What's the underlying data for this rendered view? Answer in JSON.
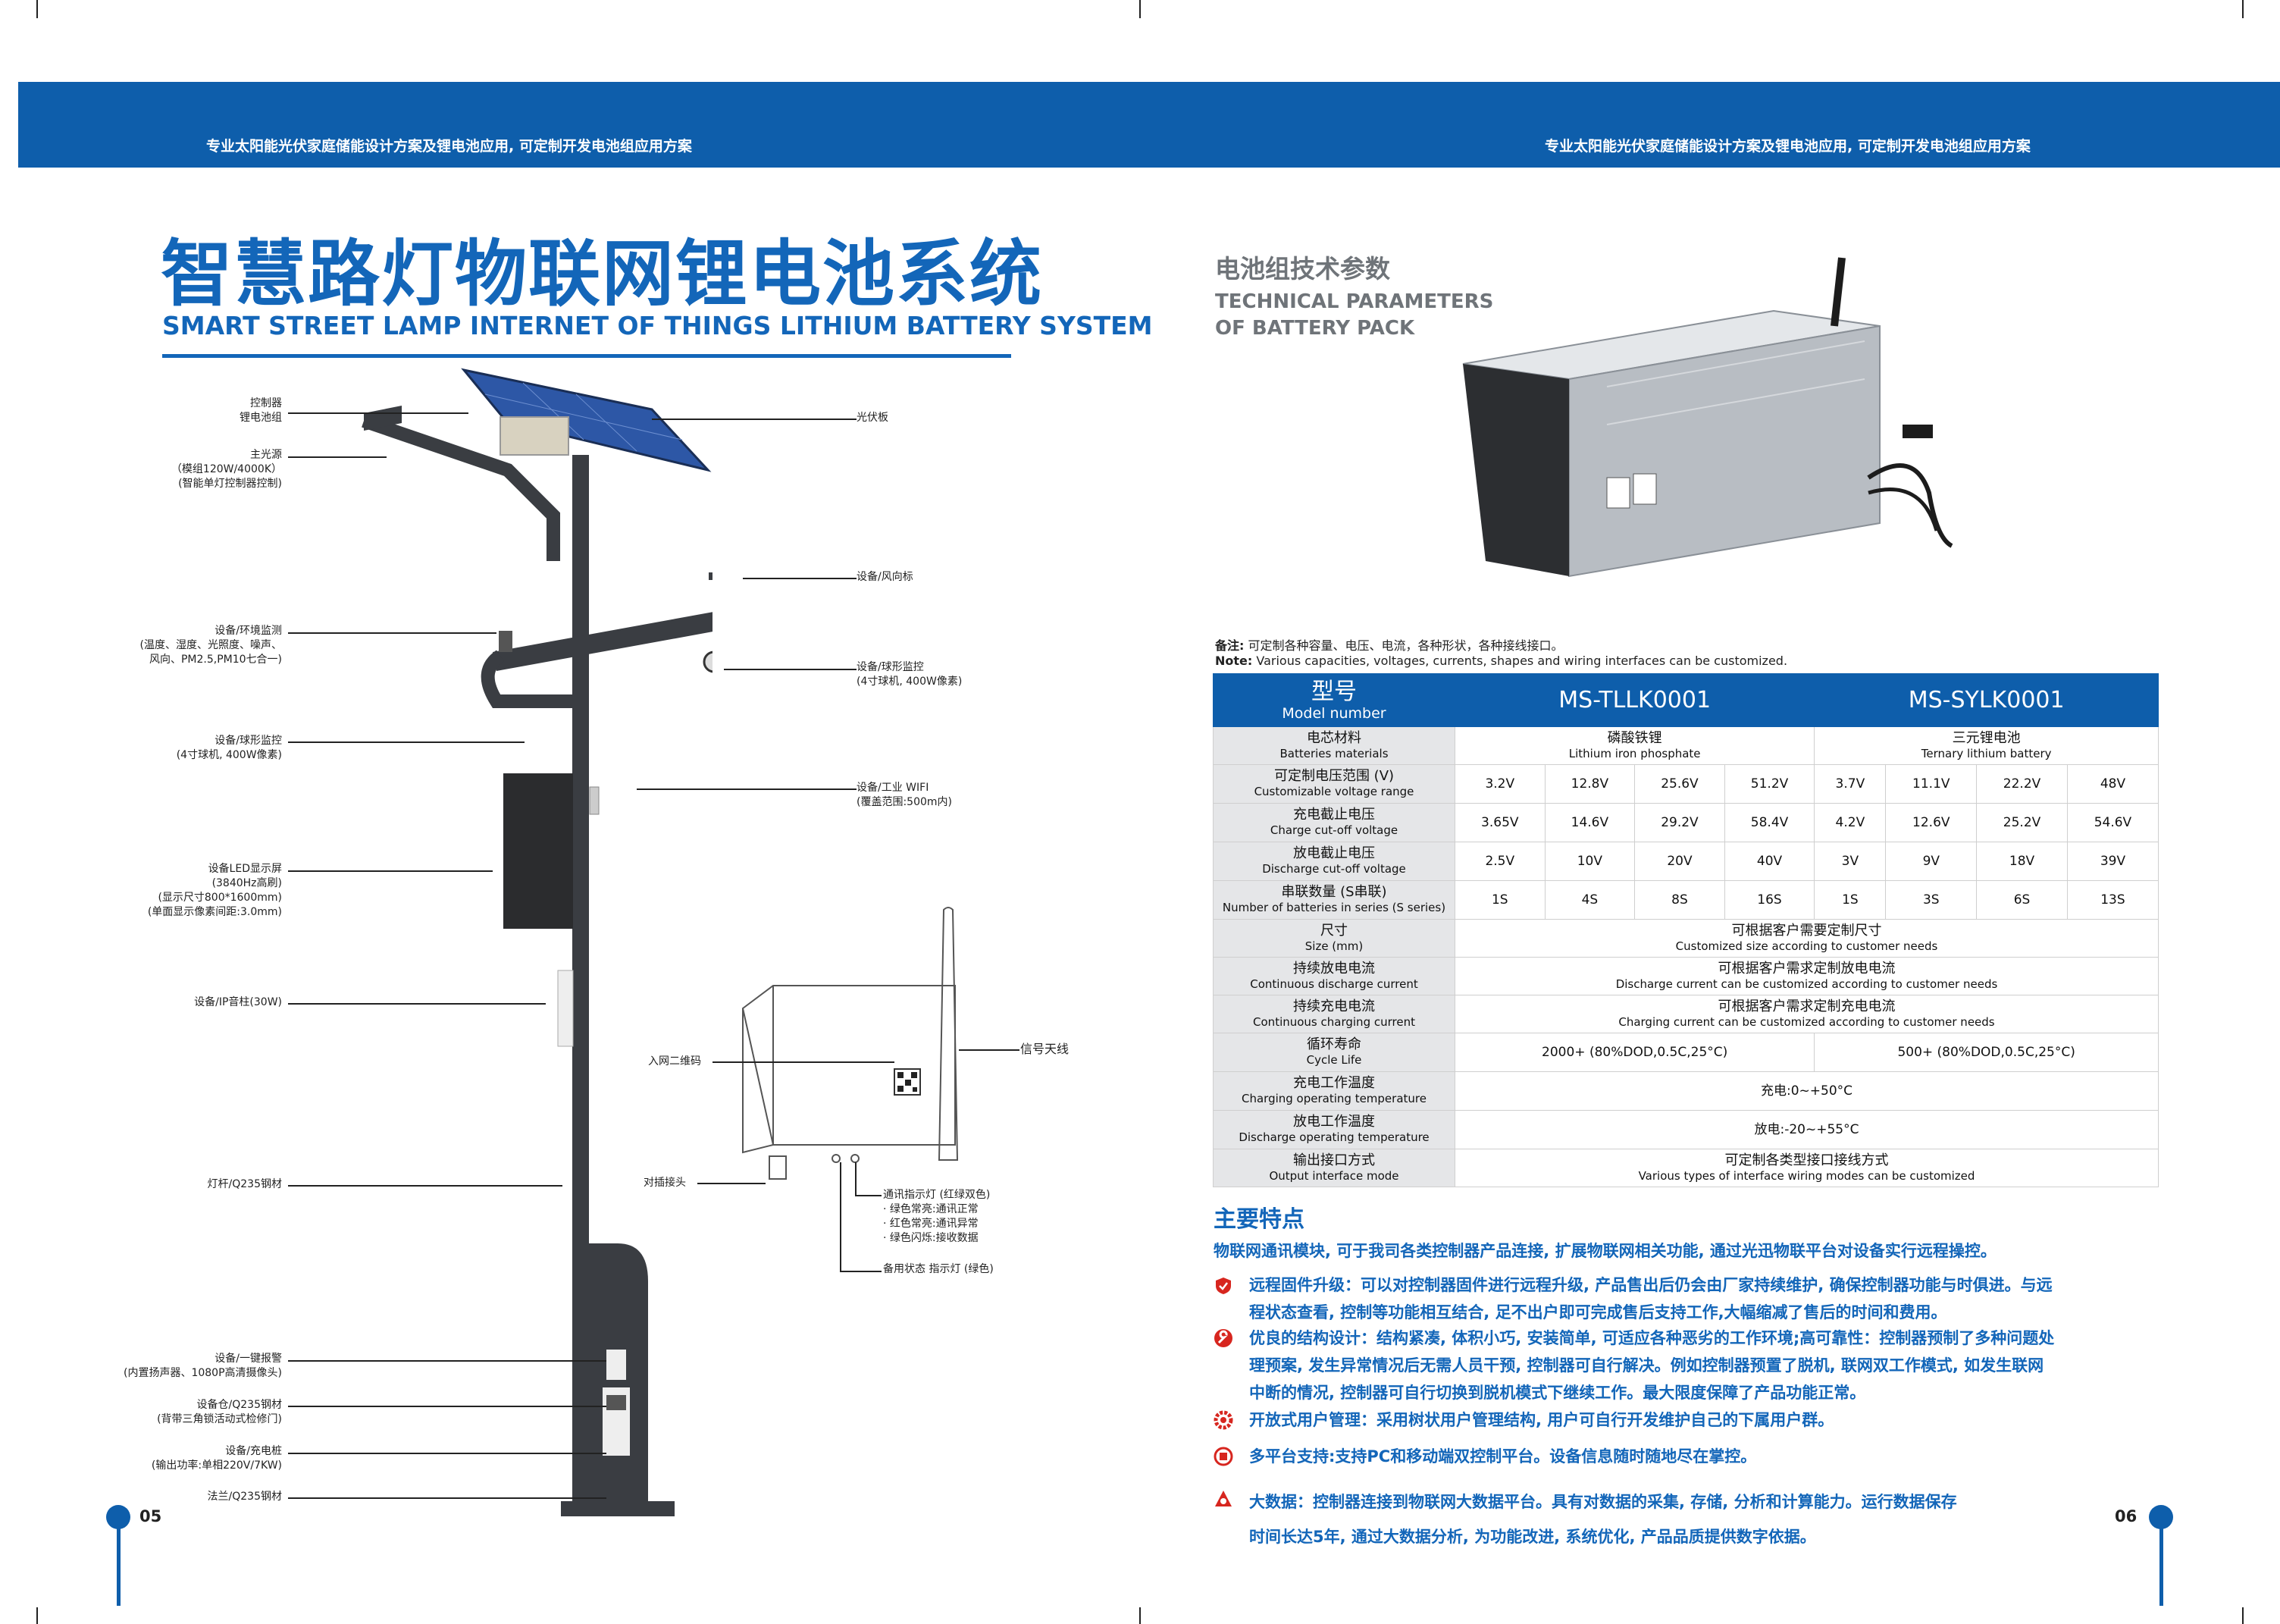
{
  "header": {
    "tagline_left": "专业太阳能光伏家庭储能设计方案及锂电池应用, 可定制开发电池组应用方案",
    "tagline_right": "专业太阳能光伏家庭储能设计方案及锂电池应用, 可定制开发电池组应用方案"
  },
  "left_page": {
    "title_cn": "智慧路灯物联网锂电池系统",
    "title_en": "SMART STREET LAMP INTERNET OF THINGS LITHIUM BATTERY SYSTEM",
    "page_number": "05",
    "labels_left": [
      [
        "控制器",
        "锂电池组"
      ],
      [
        "主光源",
        "（模组120W/4000K）",
        "(智能单灯控制器控制)"
      ],
      [
        "设备/环境监测",
        "(温度、湿度、光照度、噪声、",
        "风向、PM2.5,PM10七合一)"
      ],
      [
        "设备/球形监控",
        "(4寸球机, 400W像素)"
      ],
      [
        "设备LED显示屏",
        "(3840Hz高刷)",
        "(显示尺寸800*1600mm)",
        "(单面显示像素间距:3.0mm)"
      ],
      [
        "设备/IP音柱(30W)"
      ],
      [
        "灯杆/Q235钢材"
      ],
      [
        "设备/一键报警",
        "(内置扬声器、1080P高清摄像头)"
      ],
      [
        "设备仓/Q235钢材",
        "(背带三角锁活动式检修门)"
      ],
      [
        "设备/充电桩",
        "(输出功率:单相220V/7KW)"
      ],
      [
        "法兰/Q235钢材"
      ]
    ],
    "labels_right": [
      [
        "光伏板"
      ],
      [
        "设备/风向标"
      ],
      [
        "设备/球形监控",
        "(4寸球机, 400W像素)"
      ],
      [
        "设备/工业 WIFI",
        "(覆盖范围:500m内)"
      ]
    ],
    "device_labels": {
      "qr": "入网二维码",
      "antenna": "信号天线",
      "connector": "对插接头",
      "indicator": [
        "通讯指示灯 (红绿双色)",
        "· 绿色常亮:通讯正常",
        "· 红色常亮:通讯异常",
        "· 绿色闪烁:接收数据"
      ],
      "standby": "备用状态 指示灯 (绿色)"
    }
  },
  "right_page": {
    "section_cn": "电池组技术参数",
    "section_en_1": "TECHNICAL PARAMETERS",
    "section_en_2": "OF BATTERY PACK",
    "note_cn_label": "备注:",
    "note_cn": "可定制各种容量、电压、电流，各种形状，各种接线接口。",
    "note_en_label": "Note:",
    "note_en": "Various capacities, voltages, currents, shapes and wiring interfaces can be customized.",
    "table": {
      "head": {
        "zh": "型号",
        "en": "Model number",
        "model_a": "MS-TLLK0001",
        "model_b": "MS-SYLK0001"
      },
      "material": {
        "zh": "电芯材料",
        "en": "Batteries materials",
        "a_zh": "磷酸铁锂",
        "a_en": "Lithium iron phosphate",
        "b_zh": "三元锂电池",
        "b_en": "Ternary lithium battery"
      },
      "rows": [
        {
          "zh": "可定制电压范围 (V)",
          "en": "Customizable voltage range",
          "vals": [
            "3.2V",
            "12.8V",
            "25.6V",
            "51.2V",
            "3.7V",
            "11.1V",
            "22.2V",
            "48V"
          ]
        },
        {
          "zh": "充电截止电压",
          "en": "Charge cut-off voltage",
          "vals": [
            "3.65V",
            "14.6V",
            "29.2V",
            "58.4V",
            "4.2V",
            "12.6V",
            "25.2V",
            "54.6V"
          ]
        },
        {
          "zh": "放电截止电压",
          "en": "Discharge cut-off voltage",
          "vals": [
            "2.5V",
            "10V",
            "20V",
            "40V",
            "3V",
            "9V",
            "18V",
            "39V"
          ]
        },
        {
          "zh": "串联数量 (S串联)",
          "en": "Number of batteries in series (S series)",
          "vals": [
            "1S",
            "4S",
            "8S",
            "16S",
            "1S",
            "3S",
            "6S",
            "13S"
          ]
        }
      ],
      "merged_rows": [
        {
          "zh": "尺寸",
          "en": "Size (mm)",
          "v_zh": "可根据客户需要定制尺寸",
          "v_en": "Customized size according to customer needs"
        },
        {
          "zh": "持续放电电流",
          "en": "Continuous discharge current",
          "v_zh": "可根据客户需求定制放电电流",
          "v_en": "Discharge current can be customized according to customer needs"
        },
        {
          "zh": "持续充电电流",
          "en": "Continuous charging current",
          "v_zh": "可根据客户需求定制充电电流",
          "v_en": "Charging current can be customized according to customer needs"
        }
      ],
      "cycle": {
        "zh": "循环寿命",
        "en": "Cycle Life",
        "a": "2000+ (80%DOD,0.5C,25°C)",
        "b": "500+ (80%DOD,0.5C,25°C)"
      },
      "charge_temp": {
        "zh": "充电工作温度",
        "en": "Charging operating temperature",
        "v": "充电:0~+50°C"
      },
      "discharge_temp": {
        "zh": "放电工作温度",
        "en": "Discharge operating temperature",
        "v": "放电:-20~+55°C"
      },
      "interface": {
        "zh": "输出接口方式",
        "en": "Output interface mode",
        "v_zh": "可定制各类型接口接线方式",
        "v_en": "Various types of interface wiring modes can be customized"
      }
    },
    "features_title": "主要特点",
    "features_intro": "物联网通讯模块, 可于我司各类控制器产品连接, 扩展物联网相关功能, 通过光迅物联平台对设备实行远程操控。",
    "features": [
      [
        "远程固件升级：可以对控制器固件进行远程升级, 产品售出后仍会由厂家持续维护, 确保控制器功能与时俱进。与远",
        "程状态查看, 控制等功能相互结合, 足不出户即可完成售后支持工作,大幅缩减了售后的时间和费用。"
      ],
      [
        "优良的结构设计：结构紧凑, 体积小巧, 安装简单, 可适应各种恶劣的工作环境;高可靠性：控制器预制了多种问题处",
        "理预案, 发生异常情况后无需人员干预, 控制器可自行解决。例如控制器预置了脱机, 联网双工作模式, 如发生联网",
        "中断的情况, 控制器可自行切换到脱机模式下继续工作。最大限度保障了产品功能正常。"
      ],
      [
        "开放式用户管理：采用树状用户管理结构, 用户可自行开发维护自己的下属用户群。"
      ],
      [
        "多平台支持:支持PC和移动端双控制平台。设备信息随时随地尽在掌控。"
      ],
      [
        "大数据：控制器连接到物联网大数据平台。具有对数据的采集, 存储, 分析和计算能力。运行数据保存",
        "时间长达5年, 通过大数据分析, 为功能改进, 系统优化, 产品品质提供数字依据。"
      ]
    ],
    "page_number": "06"
  },
  "colors": {
    "brand_blue": "#0e5eab",
    "title_blue": "#1366b9",
    "gray_heading": "#6f7479",
    "icon_red": "#d7261f"
  },
  "icons": [
    "shield-icon",
    "wrench-icon",
    "gear-icon",
    "network-icon",
    "triangle-icon"
  ]
}
